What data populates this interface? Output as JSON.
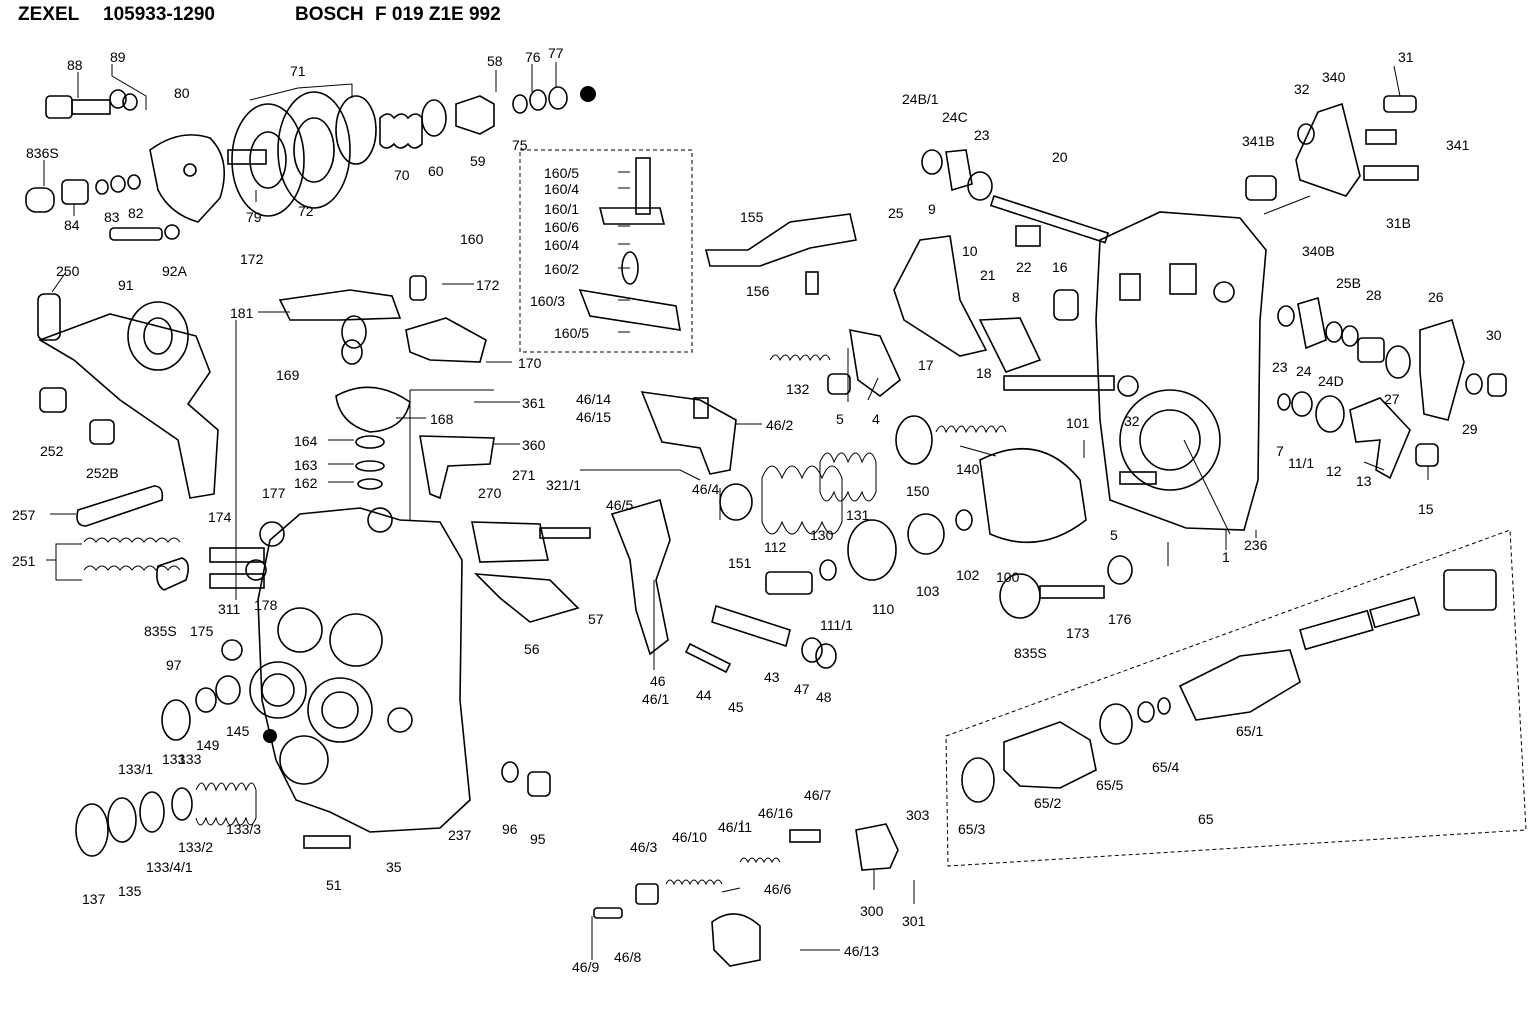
{
  "header": {
    "brand1": "ZEXEL",
    "part1": "105933-1290",
    "brand2": "BOSCH",
    "part2": "F 019 Z1E 992"
  },
  "labels": [
    "88",
    "89",
    "80",
    "71",
    "58",
    "76",
    "77",
    "836S",
    "84",
    "83",
    "82",
    "79",
    "72",
    "70",
    "60",
    "59",
    "75",
    "160/5",
    "160/4",
    "160/1",
    "160/6",
    "160/4",
    "160/2",
    "160/3",
    "160/5",
    "160",
    "155",
    "156",
    "91",
    "92A",
    "172",
    "250",
    "181",
    "172",
    "170",
    "169",
    "168",
    "361",
    "252",
    "252B",
    "164",
    "163",
    "162",
    "360",
    "257",
    "251",
    "174",
    "177",
    "311",
    "178",
    "835S",
    "175",
    "270",
    "271",
    "321/1",
    "46/5",
    "57",
    "56",
    "97",
    "133",
    "149",
    "145",
    "133/1",
    "133",
    "135",
    "137",
    "133/4/1",
    "133/2",
    "133/3",
    "51",
    "35",
    "237",
    "96",
    "95",
    "46/14",
    "46/15",
    "46/2",
    "46/4",
    "46",
    "46/1",
    "44",
    "45",
    "43",
    "47",
    "48",
    "132",
    "5",
    "4",
    "151",
    "112",
    "130",
    "111/1",
    "110",
    "131",
    "103",
    "102",
    "100",
    "150",
    "140",
    "173",
    "176",
    "835S",
    "24B/1",
    "24C",
    "23",
    "20",
    "9",
    "25",
    "10",
    "21",
    "22",
    "16",
    "8",
    "17",
    "18",
    "101",
    "32",
    "5",
    "1",
    "236",
    "32",
    "340",
    "31",
    "341B",
    "341",
    "340B",
    "31B",
    "25B",
    "28",
    "26",
    "30",
    "23",
    "24",
    "24D",
    "27",
    "29",
    "7",
    "11/1",
    "12",
    "13",
    "15",
    "65/1",
    "65/4",
    "65/5",
    "65/2",
    "65/3",
    "65",
    "46/7",
    "46/3",
    "46/10",
    "46/11",
    "46/16",
    "303",
    "46/6",
    "300",
    "301",
    "46/9",
    "46/8",
    "46/13"
  ]
}
